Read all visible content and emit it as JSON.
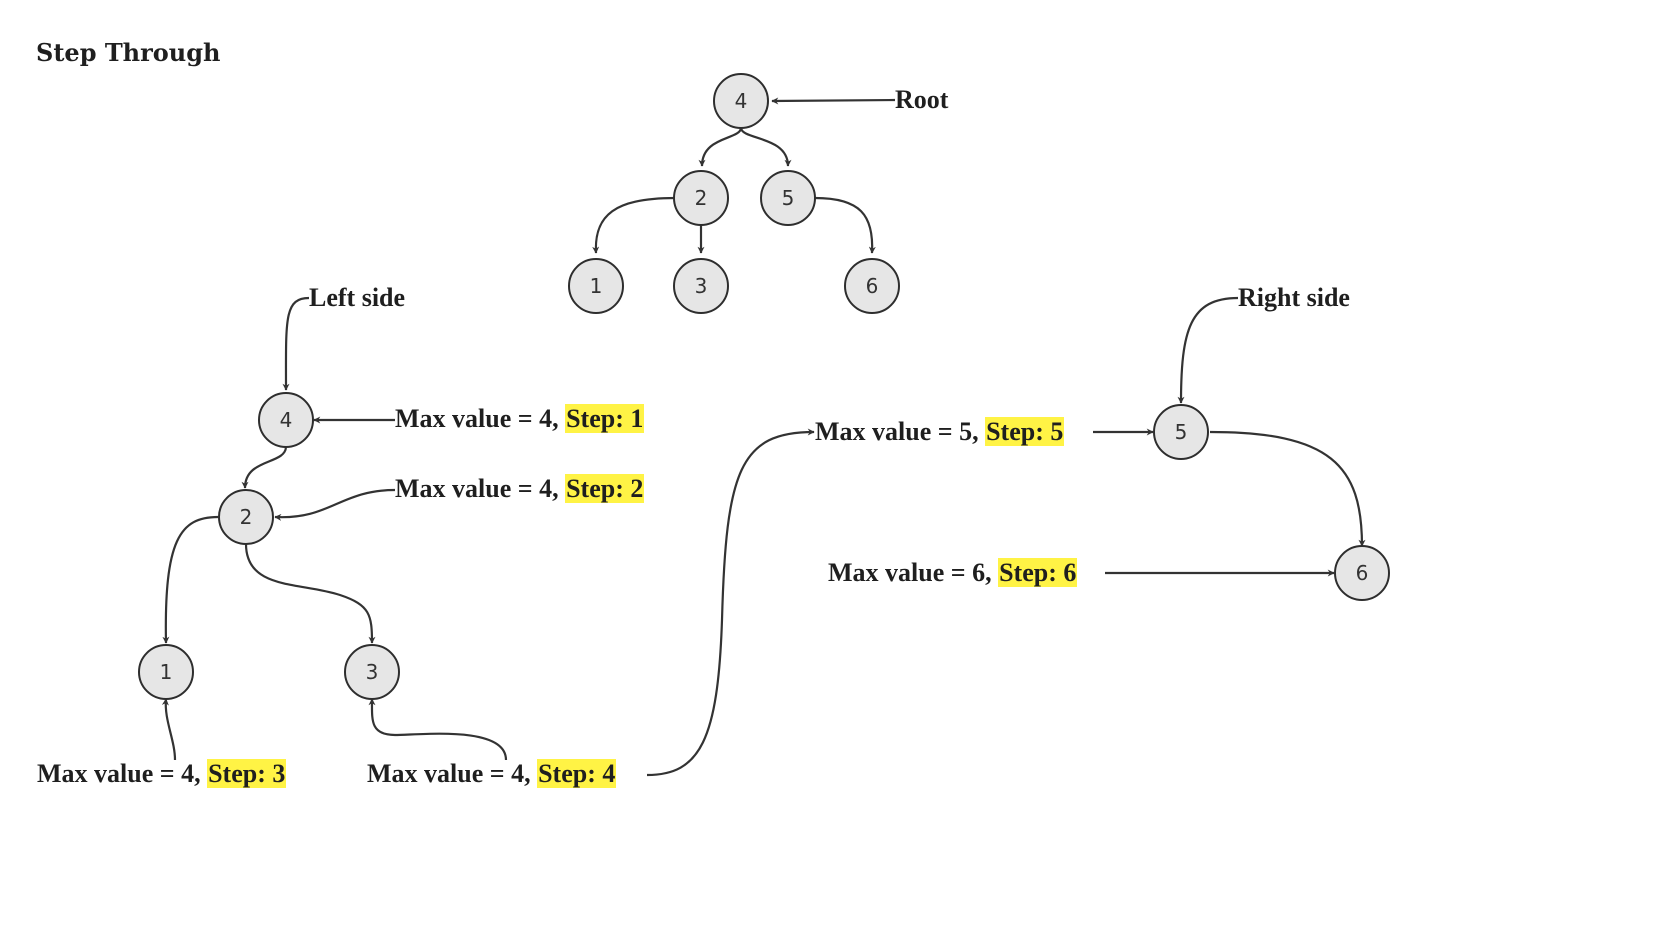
{
  "title": "Step Through",
  "labels": {
    "root": "Root",
    "left_side": "Left side",
    "right_side": "Right side"
  },
  "steps": [
    {
      "prefix": "Max value = 4, ",
      "step": "Step: 1"
    },
    {
      "prefix": "Max value = 4, ",
      "step": "Step: 2"
    },
    {
      "prefix": "Max value = 4, ",
      "step": "Step: 3"
    },
    {
      "prefix": "Max value = 4, ",
      "step": "Step: 4"
    },
    {
      "prefix": "Max value = 5, ",
      "step": "Step: 5"
    },
    {
      "prefix": "Max value = 6, ",
      "step": "Step: 6"
    }
  ],
  "nodes": {
    "tree": [
      "4",
      "2",
      "5",
      "1",
      "3",
      "6"
    ],
    "left": [
      "4",
      "2",
      "1",
      "3"
    ],
    "right": [
      "5",
      "6"
    ]
  },
  "colors": {
    "highlight": "#fff345",
    "node_fill": "#e6e6e6",
    "stroke": "#333333"
  }
}
